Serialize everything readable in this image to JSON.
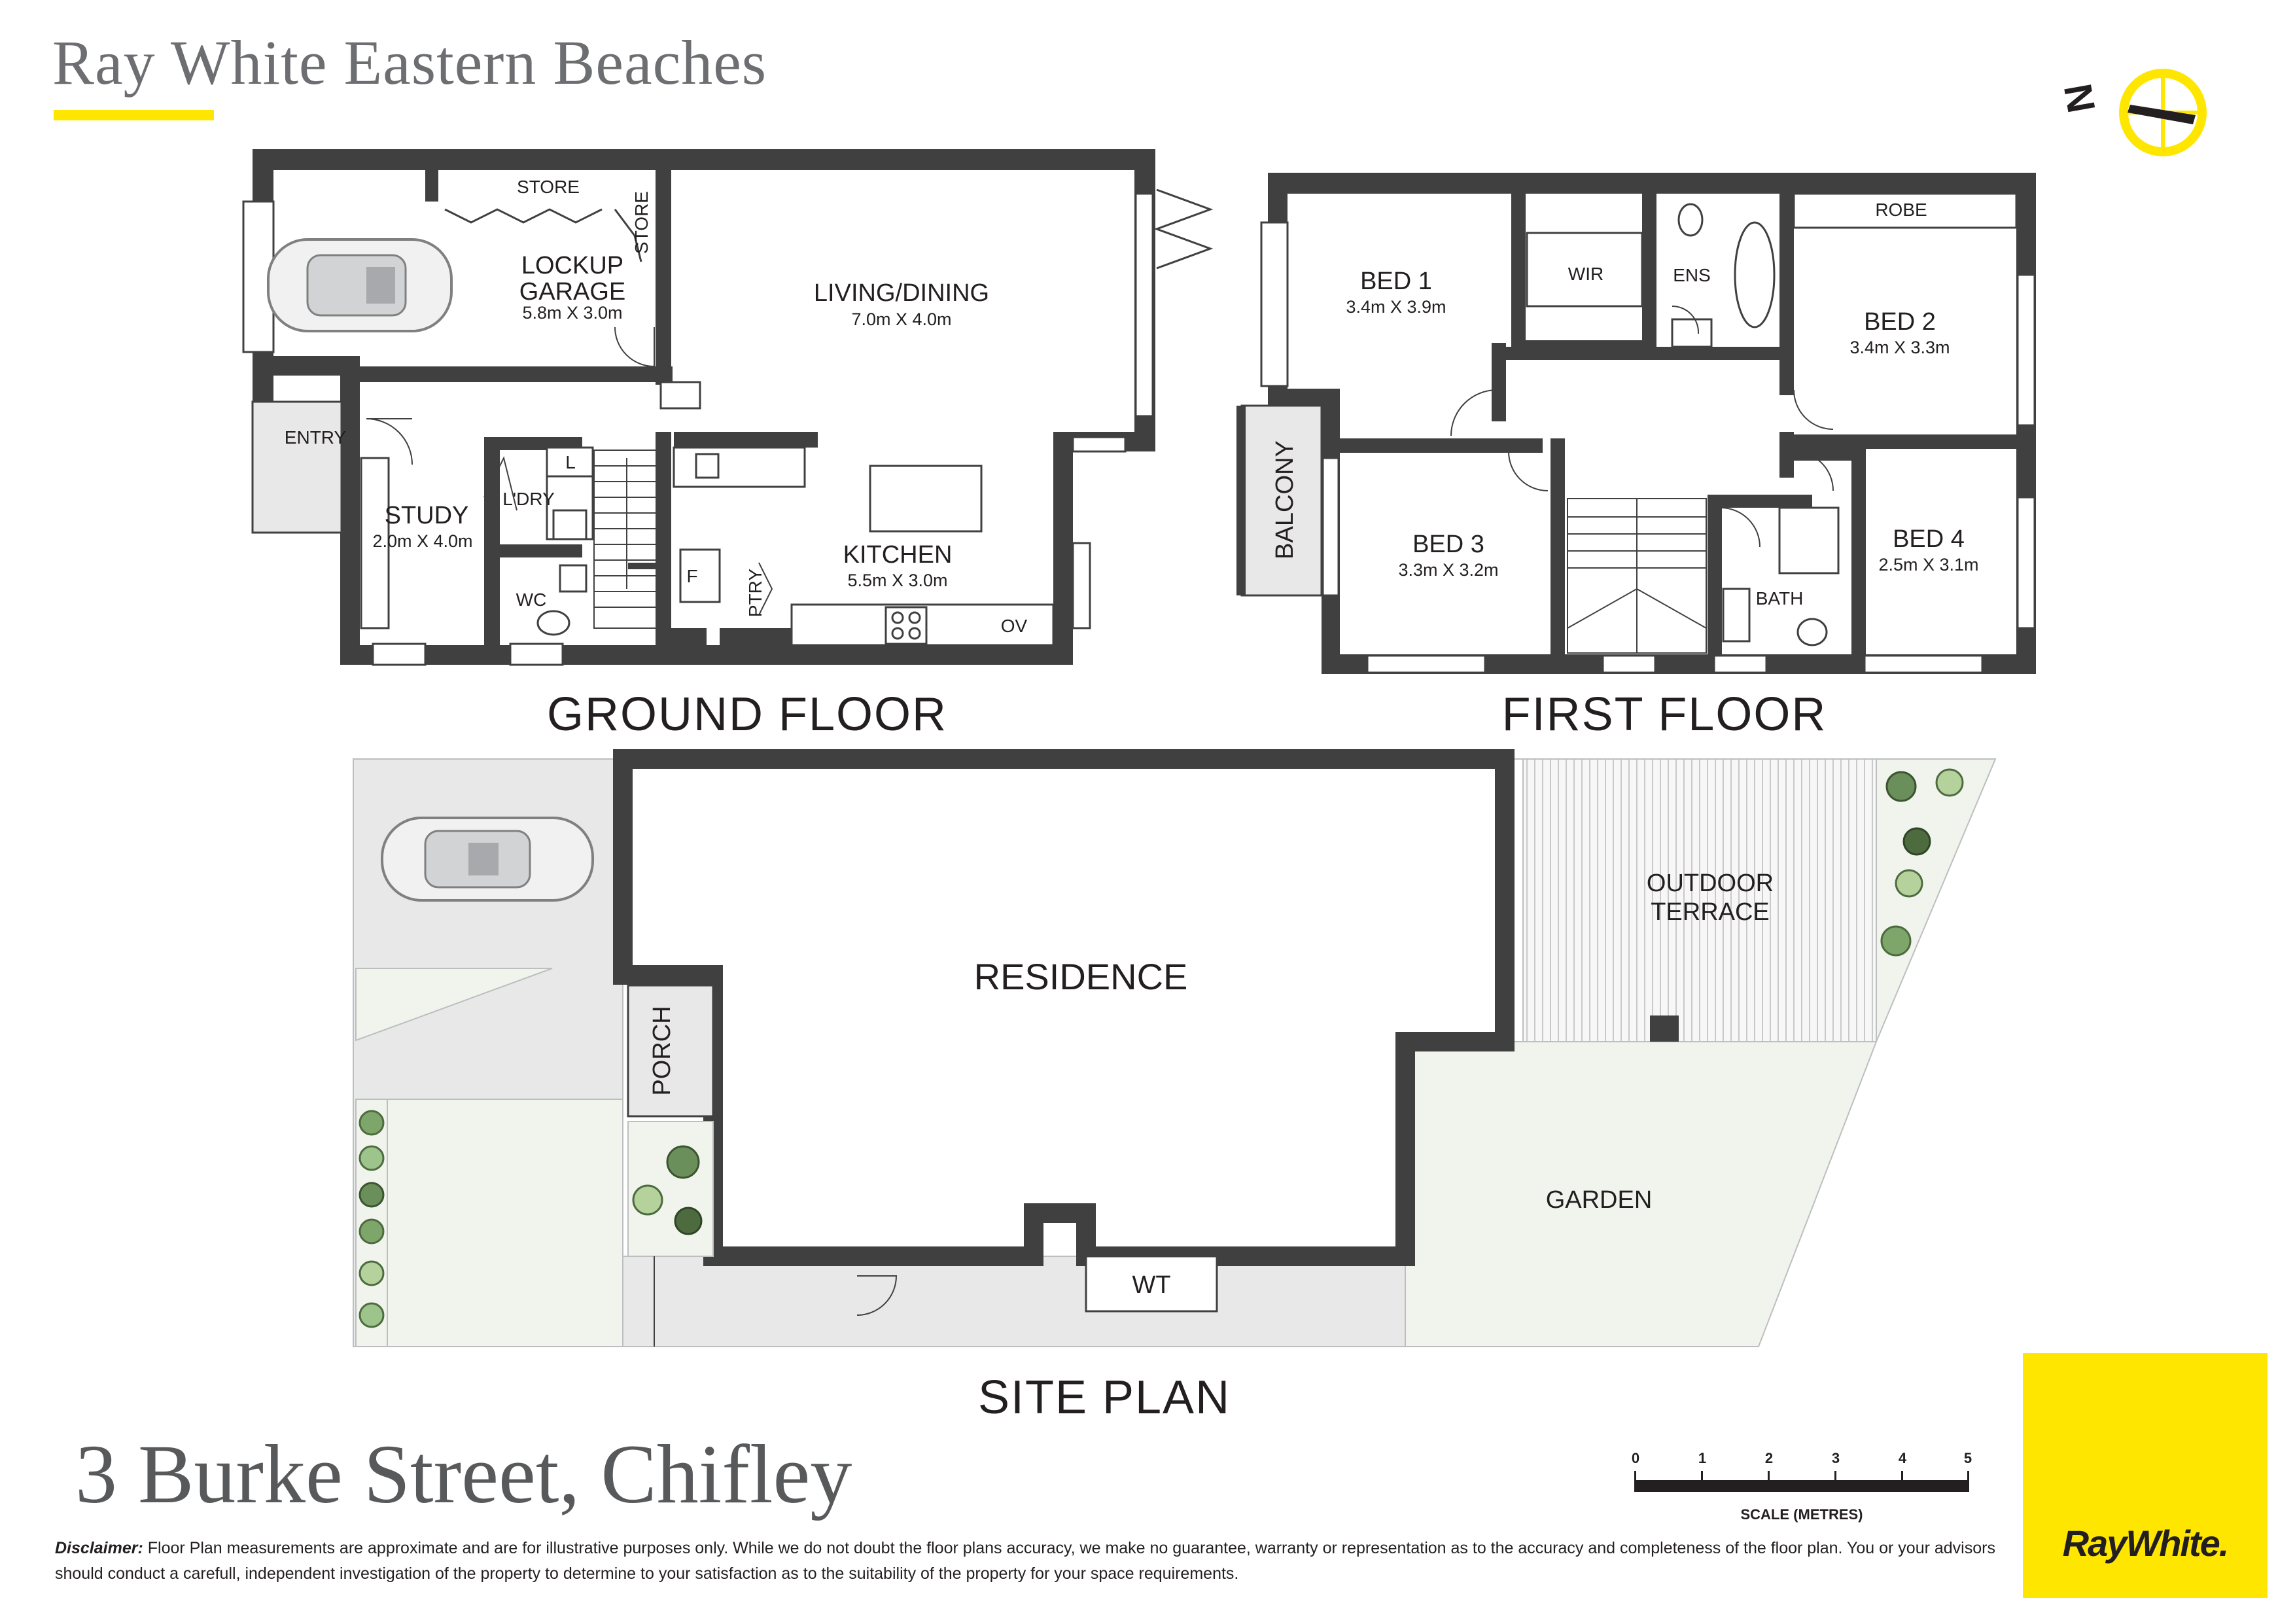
{
  "brand": {
    "agency": "Ray White Eastern Beaches",
    "logo_text": "RayWhite.",
    "colors": {
      "accent": "#ffe600",
      "wall": "#404041",
      "garden": "#f0f4ec",
      "paving": "#e8e8e8"
    }
  },
  "compass": {
    "label": "N"
  },
  "ground_floor": {
    "title": "GROUND FLOOR",
    "rooms": {
      "garage": {
        "name1": "LOCKUP",
        "name2": "GARAGE",
        "dims": "5.8m X 3.0m"
      },
      "store1": "STORE",
      "store2": "STORE",
      "living": {
        "name": "LIVING/DINING",
        "dims": "7.0m X 4.0m"
      },
      "entry": "ENTRY",
      "study": {
        "name": "STUDY",
        "dims": "2.0m X 4.0m"
      },
      "laundry": "L'DRY",
      "laundry_l": "L",
      "wc": "WC",
      "fridge": "F",
      "pantry": "PTRY",
      "kitchen": {
        "name": "KITCHEN",
        "dims": "5.5m X 3.0m"
      },
      "oven": "OV"
    }
  },
  "first_floor": {
    "title": "FIRST FLOOR",
    "rooms": {
      "bed1": {
        "name": "BED 1",
        "dims": "3.4m X 3.9m"
      },
      "wir": "WIR",
      "ens": "ENS",
      "robe": "ROBE",
      "bed2": {
        "name": "BED 2",
        "dims": "3.4m X 3.3m"
      },
      "balcony": "BALCONY",
      "bed3": {
        "name": "BED 3",
        "dims": "3.3m X 3.2m"
      },
      "bath": "BATH",
      "bed4": {
        "name": "BED 4",
        "dims": "2.5m X 3.1m"
      }
    }
  },
  "site_plan": {
    "title": "SITE PLAN",
    "labels": {
      "residence": "RESIDENCE",
      "outdoor1": "OUTDOOR",
      "outdoor2": "TERRACE",
      "porch": "PORCH",
      "garden": "GARDEN",
      "wt": "WT"
    }
  },
  "scale": {
    "ticks": [
      "0",
      "1",
      "2",
      "3",
      "4",
      "5"
    ],
    "label": "SCALE (METRES)"
  },
  "address": "3 Burke Street, Chifley",
  "disclaimer": {
    "label": "Disclaimer:",
    "text": "Floor Plan measurements are approximate and are for illustrative purposes only. While we do not doubt the floor plans accuracy, we make no guarantee, warranty or representation as to the accuracy and completeness of the floor plan. You or your advisors should conduct a carefull, independent investigation of the property to determine to your satisfaction as to the suitability of the property for your space requirements."
  }
}
